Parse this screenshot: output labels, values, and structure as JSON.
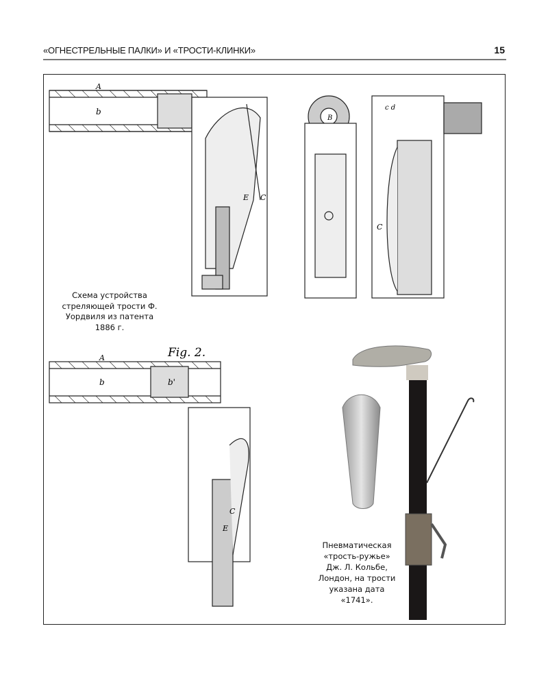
{
  "header": {
    "running_title": "«ОГНЕСТРЕЛЬНЫЕ ПАЛКИ» И «ТРОСТИ-КЛИНКИ»",
    "page_number": "15"
  },
  "figures": {
    "fig2_label": "Fig. 2.",
    "caption_patent": "Схема устройства стреляющей трости Ф. Уордвиля из патента 1886 г.",
    "caption_cane": "Пневматическая «трость-ружье» Дж. Л. Кольбе, Лондон, на трости указана дата «1741»."
  }
}
